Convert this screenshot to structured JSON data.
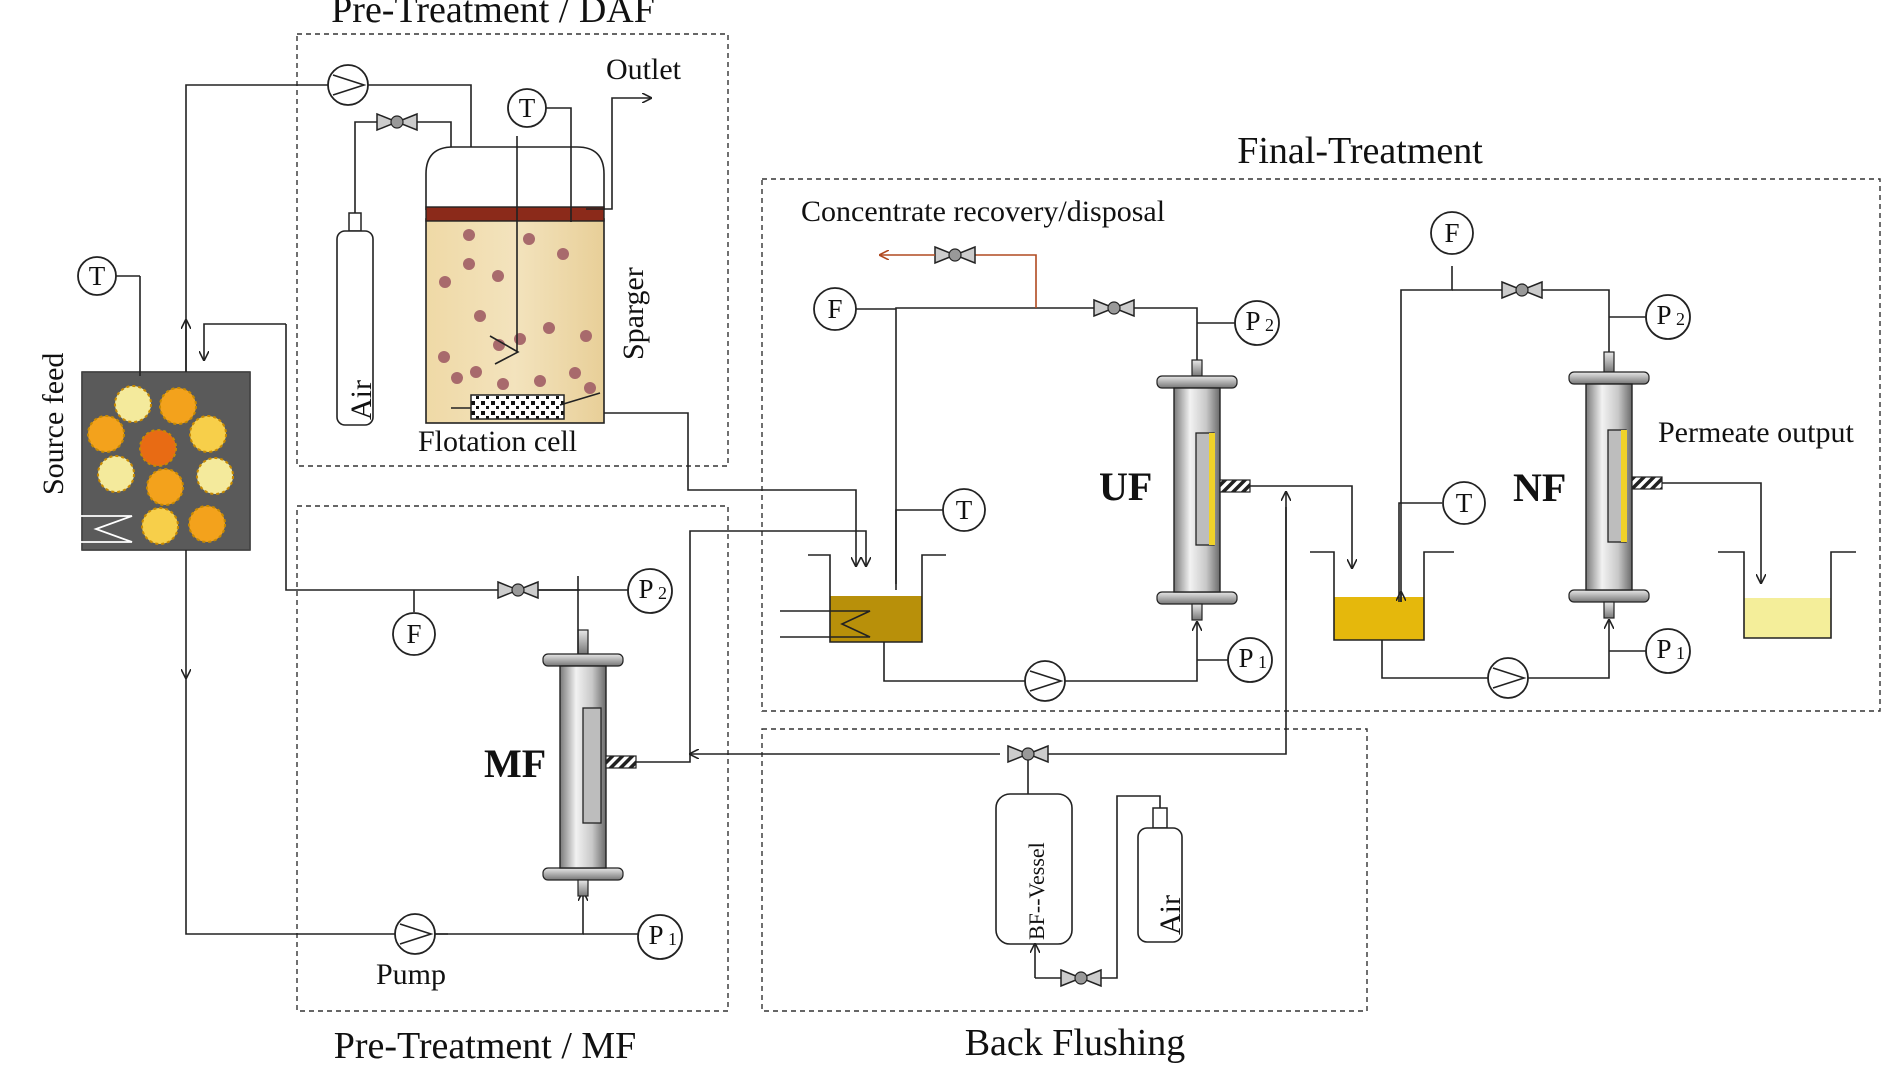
{
  "sections": {
    "daf": "Pre-Treatment / DAF",
    "final": "Final-Treatment",
    "mf": "Pre-Treatment / MF",
    "backflush": "Back Flushing"
  },
  "labels": {
    "outlet": "Outlet",
    "concentrate": "Concentrate recovery/disposal",
    "source_feed": "Source feed",
    "air": "Air",
    "flotation_cell": "Flotation cell",
    "sparger": "Sparger",
    "permeate_output": "Permeate output",
    "pump": "Pump",
    "bf_vessel": "BF--Vessel",
    "air_bf": "Air"
  },
  "units": {
    "mf": "MF",
    "uf": "UF",
    "nf": "NF"
  },
  "gauges": {
    "t": "T",
    "f": "F",
    "p": "P",
    "sub1": "1",
    "sub2": "2"
  },
  "colors": {
    "feed_tank": "#4a4a4a",
    "uf_liquid": "#b8900a",
    "nf_liquid": "#e5b80c",
    "permeate_liquid": "#f4ee9a",
    "cell_fill": "#efd9a6",
    "cell_lid": "#8b2a1a",
    "concentrate_line": "#b04a20",
    "membrane_yellow": "#f0d22a"
  }
}
